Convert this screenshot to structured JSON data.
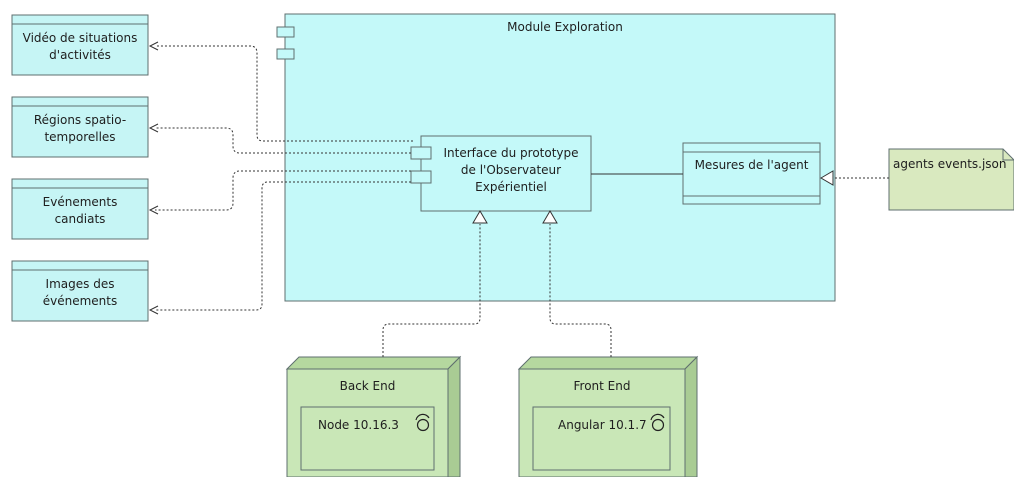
{
  "module": {
    "title": "Module Exploration"
  },
  "interface": {
    "lines": [
      "Interface du prototype",
      "de l'Observateur",
      "Expérientiel"
    ]
  },
  "mesures": {
    "label": "Mesures de l'agent"
  },
  "artifact": {
    "label": "agents events.json"
  },
  "outputs": [
    {
      "lines": [
        "Vidéo de situations",
        "d'activités"
      ]
    },
    {
      "lines": [
        "Régions spatio-",
        "temporelles"
      ]
    },
    {
      "lines": [
        "Evénements",
        "candiats"
      ]
    },
    {
      "lines": [
        "Images des",
        "événements"
      ]
    }
  ],
  "nodes": [
    {
      "title": "Back End",
      "component": "Node 10.16.3"
    },
    {
      "title": "Front End",
      "component": "Angular 10.1.7"
    }
  ],
  "colors": {
    "module_fill": "#c4f9f9",
    "output_fill": "#c6f5f5",
    "node_fill": "#c9e7b7",
    "node_depth": "#a9cc94",
    "artifact_fill": "#d9e9bf",
    "border": "#5f6f6f"
  }
}
